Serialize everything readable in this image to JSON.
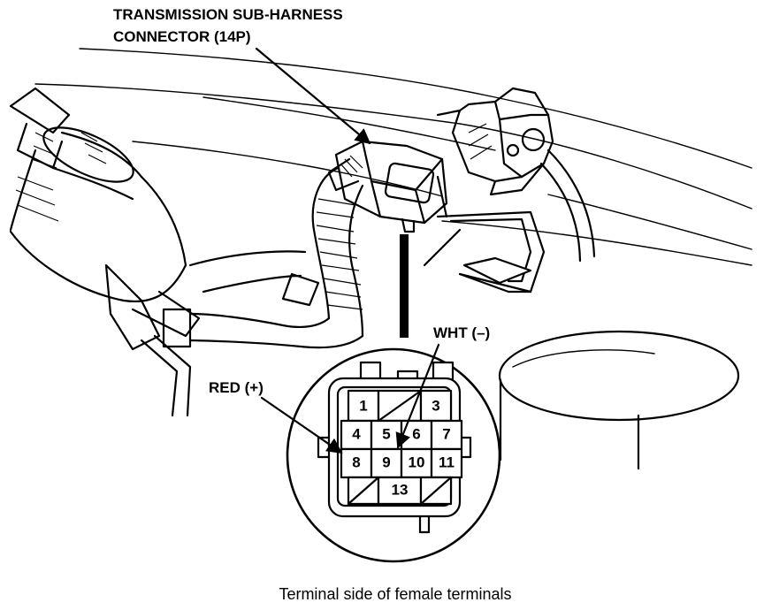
{
  "callouts": {
    "connector_title_line1": "TRANSMISSION SUB-HARNESS",
    "connector_title_line2": "CONNECTOR (14P)",
    "wht_label": "WHT (–)",
    "red_label": "RED (+)"
  },
  "connector_pins": {
    "row1": [
      "1",
      "3"
    ],
    "row2": [
      "4",
      "5",
      "6",
      "7"
    ],
    "row3": [
      "8",
      "9",
      "10",
      "11"
    ],
    "row4": [
      "13"
    ]
  },
  "caption": "Terminal side of female terminals",
  "colors": {
    "ink": "#000000",
    "paper": "#ffffff"
  }
}
